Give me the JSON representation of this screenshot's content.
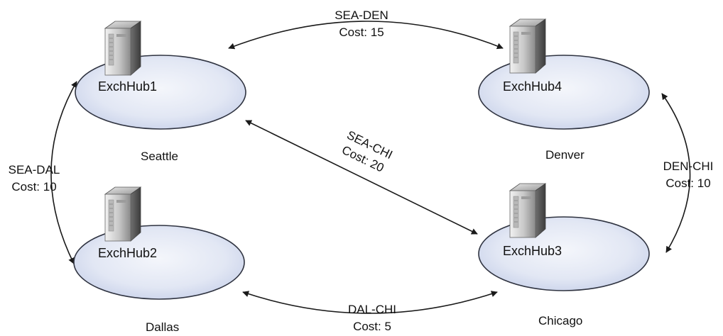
{
  "sites": [
    {
      "key": "seattle",
      "site": "Seattle",
      "server": "ExchHub1"
    },
    {
      "key": "denver",
      "site": "Denver",
      "server": "ExchHub4"
    },
    {
      "key": "dallas",
      "site": "Dallas",
      "server": "ExchHub2"
    },
    {
      "key": "chicago",
      "site": "Chicago",
      "server": "ExchHub3"
    }
  ],
  "connections": [
    {
      "key": "sea-den",
      "name": "SEA-DEN",
      "cost": "Cost: 15"
    },
    {
      "key": "sea-chi",
      "name": "SEA-CHI",
      "cost": "Cost: 20"
    },
    {
      "key": "sea-dal",
      "name": "SEA-DAL",
      "cost": "Cost: 10"
    },
    {
      "key": "den-chi",
      "name": "DEN-CHI",
      "cost": "Cost: 10"
    },
    {
      "key": "dal-chi",
      "name": "DAL-CHI",
      "cost": "Cost: 5"
    }
  ],
  "colors": {
    "ellipse_fill_light": "#f4f6fb",
    "ellipse_fill_dark": "#c9d2ea",
    "ellipse_stroke": "#2f3340",
    "line": "#1a1a1a"
  },
  "icons": {
    "server": "server-tower-icon"
  }
}
